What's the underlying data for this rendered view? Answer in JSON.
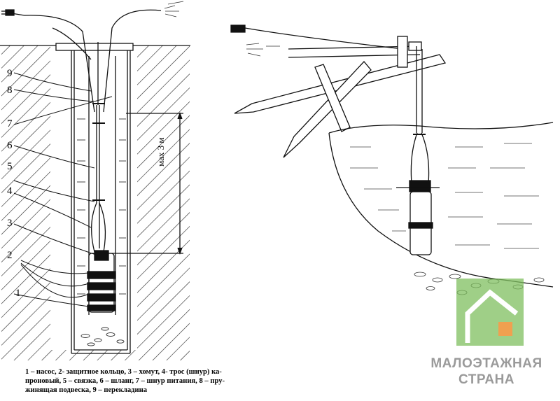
{
  "callouts": [
    "9",
    "8",
    "7",
    "6",
    "5",
    "4",
    "3",
    "2",
    "1"
  ],
  "depth_label": "мах 3 м",
  "caption_lines": [
    "1 – насос, 2- защитное кольцо, 3 – хомут, 4- трос (шнур) ка-",
    "проновый, 5 – связка, 6 – шланг, 7 – шнур питания, 8 – пру-",
    "жинящая подвеска, 9 – перекладина"
  ],
  "watermark": {
    "line1": "МАЛОЭТАЖНАЯ",
    "line2": "СТРАНА",
    "colors": {
      "logo_green": "#7fbf5f",
      "logo_orange": "#f0a050",
      "text_gray": "#9a9a9a"
    }
  }
}
